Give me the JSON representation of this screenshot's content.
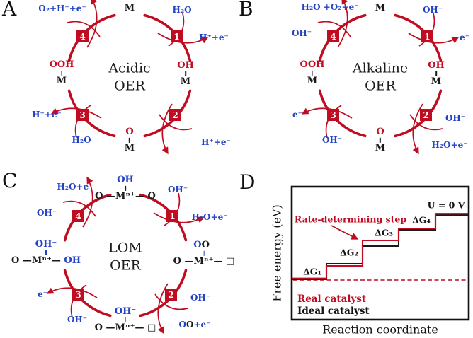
{
  "colors": {
    "accent_red": "#c00c21",
    "accent_blue": "#2443c4",
    "text_black": "#1a1a1a"
  },
  "panels": {
    "a": {
      "label": "A",
      "title": [
        "Acidic",
        "OER"
      ],
      "species": {
        "n": {
          "base": [
            {
              "t": "M",
              "c": "k"
            }
          ]
        },
        "e": {
          "lig": [
            {
              "t": "OH",
              "c": "r"
            }
          ],
          "base": [
            {
              "t": "M",
              "c": "k"
            }
          ]
        },
        "s": {
          "lig": [
            {
              "t": "O",
              "c": "r"
            }
          ],
          "base": [
            {
              "t": "M",
              "c": "k"
            }
          ]
        },
        "w": {
          "lig": [
            {
              "t": "OOH",
              "c": "r"
            }
          ],
          "base": [
            {
              "t": "M",
              "c": "k"
            }
          ]
        }
      },
      "steps": {
        "ne": {
          "num": "1",
          "in": [
            {
              "t": "H₂O",
              "c": "b"
            }
          ],
          "out": [
            {
              "t": "H⁺+e⁻",
              "c": "b"
            }
          ]
        },
        "se": {
          "num": "2",
          "in": [],
          "out": [
            {
              "t": "H⁺+e⁻",
              "c": "b"
            }
          ]
        },
        "sw": {
          "num": "3",
          "in": [
            {
              "t": "H₂O",
              "c": "b"
            }
          ],
          "out": [
            {
              "t": "H⁺+e⁻",
              "c": "b"
            }
          ]
        },
        "nw": {
          "num": "4",
          "in": [],
          "out": [
            {
              "t": "O₂+H⁺+e⁻",
              "c": "b"
            }
          ]
        }
      }
    },
    "b": {
      "label": "B",
      "title": [
        "Alkaline",
        "OER"
      ],
      "species": {
        "n": {
          "base": [
            {
              "t": "M",
              "c": "k"
            }
          ]
        },
        "e": {
          "lig": [
            {
              "t": "OH",
              "c": "r"
            }
          ],
          "base": [
            {
              "t": "M",
              "c": "k"
            }
          ]
        },
        "s": {
          "lig": [
            {
              "t": "O",
              "c": "r"
            }
          ],
          "base": [
            {
              "t": "M",
              "c": "k"
            }
          ]
        },
        "w": {
          "lig": [
            {
              "t": "OOH",
              "c": "r"
            }
          ],
          "base": [
            {
              "t": "M",
              "c": "k"
            }
          ]
        }
      },
      "steps": {
        "ne": {
          "num": "1",
          "in": [
            {
              "t": "OH⁻",
              "c": "b"
            }
          ],
          "out": [
            {
              "t": "e⁻",
              "c": "b"
            }
          ]
        },
        "se": {
          "num": "2",
          "in": [
            {
              "t": "OH⁻",
              "c": "b"
            }
          ],
          "out": [
            {
              "t": "H₂O+e⁻",
              "c": "b"
            }
          ]
        },
        "sw": {
          "num": "3",
          "in": [
            {
              "t": "OH⁻",
              "c": "b"
            }
          ],
          "out": [
            {
              "t": "e⁻",
              "c": "b"
            }
          ]
        },
        "nw": {
          "num": "4",
          "in": [
            {
              "t": "OH⁻",
              "c": "b"
            }
          ],
          "out": [
            {
              "t": "H₂O +O₂+e⁻",
              "c": "b"
            }
          ]
        }
      }
    },
    "c": {
      "label": "C",
      "title": [
        "LOM",
        "OER"
      ],
      "species": {
        "n": {
          "lig": [
            {
              "t": "OH",
              "c": "b"
            }
          ],
          "base": [
            {
              "t": "O —Mⁿ⁺— O",
              "c": "k"
            }
          ]
        },
        "e": {
          "lig": [
            {
              "t": "O",
              "c": "b"
            },
            {
              "t": "O⁻",
              "c": "k"
            }
          ],
          "base": [
            {
              "t": "O —Mⁿ⁺— □",
              "c": "k"
            }
          ]
        },
        "s": {
          "lig": [
            {
              "t": "OH⁻",
              "c": "b"
            }
          ],
          "base": [
            {
              "t": "O —Mⁿ⁺— □",
              "c": "k"
            }
          ]
        },
        "w": {
          "lig": [
            {
              "t": "OH⁻",
              "c": "b"
            }
          ],
          "base": [
            {
              "t": "O —Mⁿ⁺— ",
              "c": "k"
            },
            {
              "t": "OH",
              "c": "b"
            }
          ]
        }
      },
      "steps": {
        "ne": {
          "num": "1",
          "in": [
            {
              "t": "OH⁻",
              "c": "b"
            }
          ],
          "out": [
            {
              "t": "H₂O+e⁻",
              "c": "b"
            }
          ]
        },
        "se": {
          "num": "2",
          "in": [
            {
              "t": "OH⁻",
              "c": "b"
            }
          ],
          "out": [
            {
              "t": "O",
              "c": "b"
            },
            {
              "t": "O",
              "c": "k"
            },
            {
              "t": "+e⁻",
              "c": "b"
            }
          ]
        },
        "sw": {
          "num": "3",
          "in": [
            {
              "t": "OH⁻",
              "c": "b"
            }
          ],
          "out": [
            {
              "t": "e⁻",
              "c": "b"
            }
          ]
        },
        "nw": {
          "num": "4",
          "in": [
            {
              "t": "OH⁻",
              "c": "b"
            }
          ],
          "out": [
            {
              "t": "H₂O+e⁻",
              "c": "b"
            }
          ]
        }
      }
    },
    "d": {
      "label": "D",
      "ylabel": "Free energy (eV)",
      "xlabel": "Reaction coordinate",
      "u_label": "U = 0 V",
      "rds_label": "Rate-determining step",
      "legend": {
        "real": "Real catalyst",
        "ideal": "Ideal catalyst"
      },
      "dg_labels": [
        "ΔG₁",
        "ΔG₂",
        "ΔG₃",
        "ΔG₄"
      ]
    }
  },
  "chart_data": {
    "type": "line",
    "title": "",
    "xlabel": "Reaction coordinate",
    "ylabel": "Free energy (eV)",
    "annotations": [
      "U = 0 V",
      "Rate-determining step"
    ],
    "legend_position": "lower left inside plot",
    "grid": false,
    "step_labels": [
      "ΔG₁",
      "ΔG₂",
      "ΔG₃",
      "ΔG₄"
    ],
    "series": [
      {
        "name": "Ideal catalyst",
        "color": "#1a1a1a",
        "cumulative_levels_au": [
          0,
          22,
          47,
          70,
          91
        ],
        "note": "four nearly equal free-energy steps"
      },
      {
        "name": "Real catalyst",
        "color": "#c00c21",
        "cumulative_levels_au": [
          0,
          18,
          54,
          71,
          92
        ],
        "note": "largest rise (2nd-to-3rd plateau) marked as rate-determining step"
      }
    ],
    "baseline": "red dashed horizontal line at initial free-energy level"
  }
}
